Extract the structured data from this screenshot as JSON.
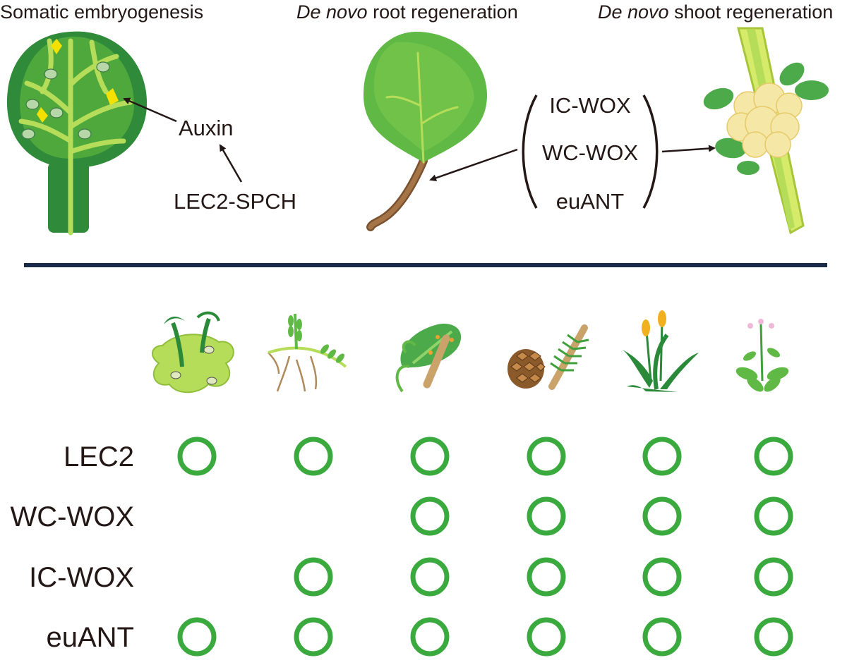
{
  "top": {
    "somatic": {
      "title": "Somatic embryogenesis",
      "auxin": "Auxin",
      "lec2_spch": "LEC2-SPCH"
    },
    "root": {
      "title_italic": "De novo",
      "title_rest": " root regeneration"
    },
    "shoot": {
      "title_italic": "De novo",
      "title_rest": " shoot regeneration"
    },
    "bracket": [
      "IC-WOX",
      "WC-WOX",
      "euANT"
    ]
  },
  "colors": {
    "dark_green": "#2f8a39",
    "mid_green": "#5fb944",
    "light_green": "#b6dd59",
    "circle_green": "#3aaa3f",
    "divider": "#1c2a4a",
    "root_brown": "#a57548",
    "yellow": "#f5e100"
  },
  "table": {
    "taxa_icons": [
      "liverwort-icon",
      "lycophyte-icon",
      "fern-icon",
      "conifer-icon",
      "monocot-icon",
      "eudicot-icon"
    ],
    "rows": [
      {
        "label": "LEC2",
        "presence": [
          true,
          true,
          true,
          true,
          true,
          true
        ]
      },
      {
        "label": "WC-WOX",
        "presence": [
          false,
          false,
          true,
          true,
          true,
          true
        ]
      },
      {
        "label": "IC-WOX",
        "presence": [
          false,
          true,
          true,
          true,
          true,
          true
        ]
      },
      {
        "label": "euANT",
        "presence": [
          true,
          true,
          true,
          true,
          true,
          true
        ]
      }
    ]
  }
}
